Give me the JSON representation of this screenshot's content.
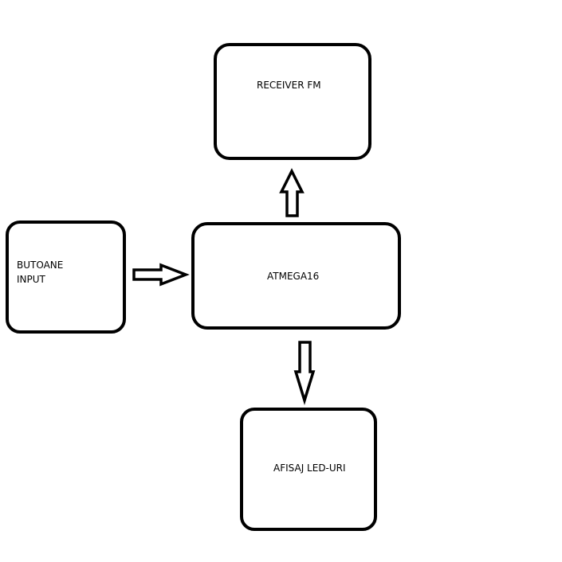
{
  "blocks": {
    "receiver": {
      "label": "RECEIVER FM"
    },
    "mcu": {
      "label": "ATMEGA16"
    },
    "buttons": {
      "label_line1": "BUTOANE",
      "label_line2": "INPUT"
    },
    "display": {
      "label": "AFISAJ LED-URI"
    }
  },
  "colors": {
    "stroke": "#000000",
    "background": "#ffffff"
  }
}
